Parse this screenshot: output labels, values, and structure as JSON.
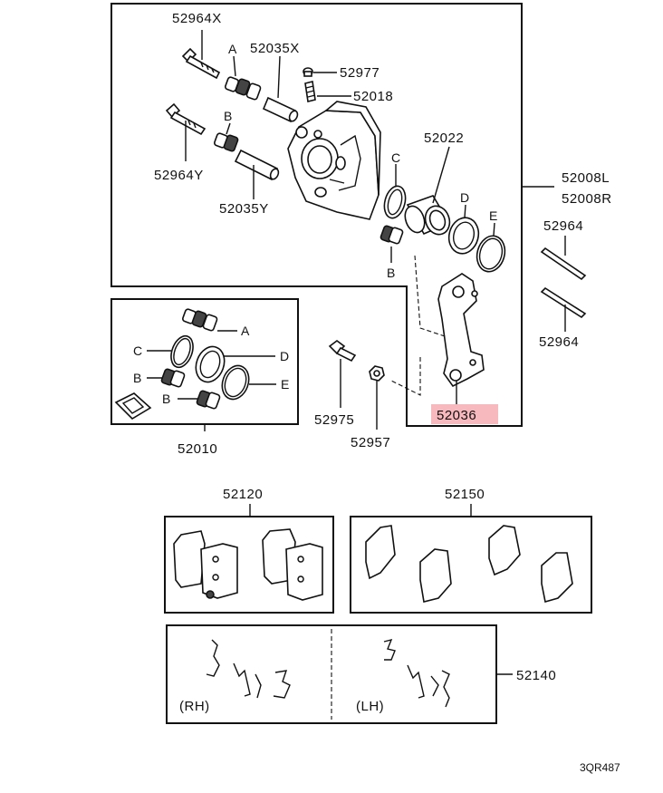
{
  "colors": {
    "highlight": "#f7b9bd",
    "ink": "#111111",
    "background": "#ffffff"
  },
  "callouts": {
    "p52964X": "52964X",
    "p52035X": "52035X",
    "p52977": "52977",
    "p52018": "52018",
    "p52022": "52022",
    "p52008L": "52008L",
    "p52008R": "52008R",
    "p52964Y": "52964Y",
    "p52035Y": "52035Y",
    "p52964_top": "52964",
    "p52964_bottom": "52964",
    "p52975": "52975",
    "p52957": "52957",
    "p52036": "52036",
    "p52010": "52010",
    "p52120": "52120",
    "p52150": "52150",
    "p52140": "52140"
  },
  "letters": {
    "A_top": "A",
    "B_top": "B",
    "C_top": "C",
    "D_top": "D",
    "E_top": "E",
    "B_mid": "B",
    "A_kit": "A",
    "C_kit": "C",
    "D_kit": "D",
    "B_kit1": "B",
    "E_kit": "E",
    "B_kit2": "B"
  },
  "side_labels": {
    "rh": "(RH)",
    "lh": "(LH)"
  },
  "diagram_code": "3QR487",
  "icons": [
    "bolt-icon",
    "boot-icon",
    "sleeve-icon",
    "caliper-body-icon",
    "piston-icon",
    "seal-ring-icon",
    "support-bracket-icon",
    "brake-pad-icon",
    "pad-shim-icon",
    "clip-spring-icon",
    "pin-icon",
    "nut-icon"
  ]
}
